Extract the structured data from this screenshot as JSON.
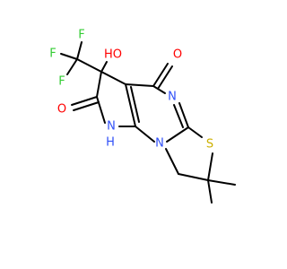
{
  "molecule": {
    "atoms": {
      "f_top": {
        "label": "F",
        "color": "#33cc33"
      },
      "f_left": {
        "label": "F",
        "color": "#33cc33"
      },
      "f_bottom": {
        "label": "F",
        "color": "#33cc33"
      },
      "hydroxyl": {
        "label": "HO",
        "color": "#ff0000"
      },
      "ketone_oxygen": {
        "label": "O",
        "color": "#ff0000"
      },
      "amide_oxygen": {
        "label": "O",
        "color": "#ff0000"
      },
      "imine_nitrogen": {
        "label": "N",
        "color": "#3050f8"
      },
      "amine_nitrogen": {
        "label": "N",
        "color": "#3050f8"
      },
      "amine_hydrogen": {
        "label": "H",
        "color": "#3050f8"
      },
      "ring_nitrogen": {
        "label": "N",
        "color": "#3050f8"
      },
      "sulfur": {
        "label": "S",
        "color": "#ccb000"
      }
    },
    "bond_color": "#000000"
  }
}
